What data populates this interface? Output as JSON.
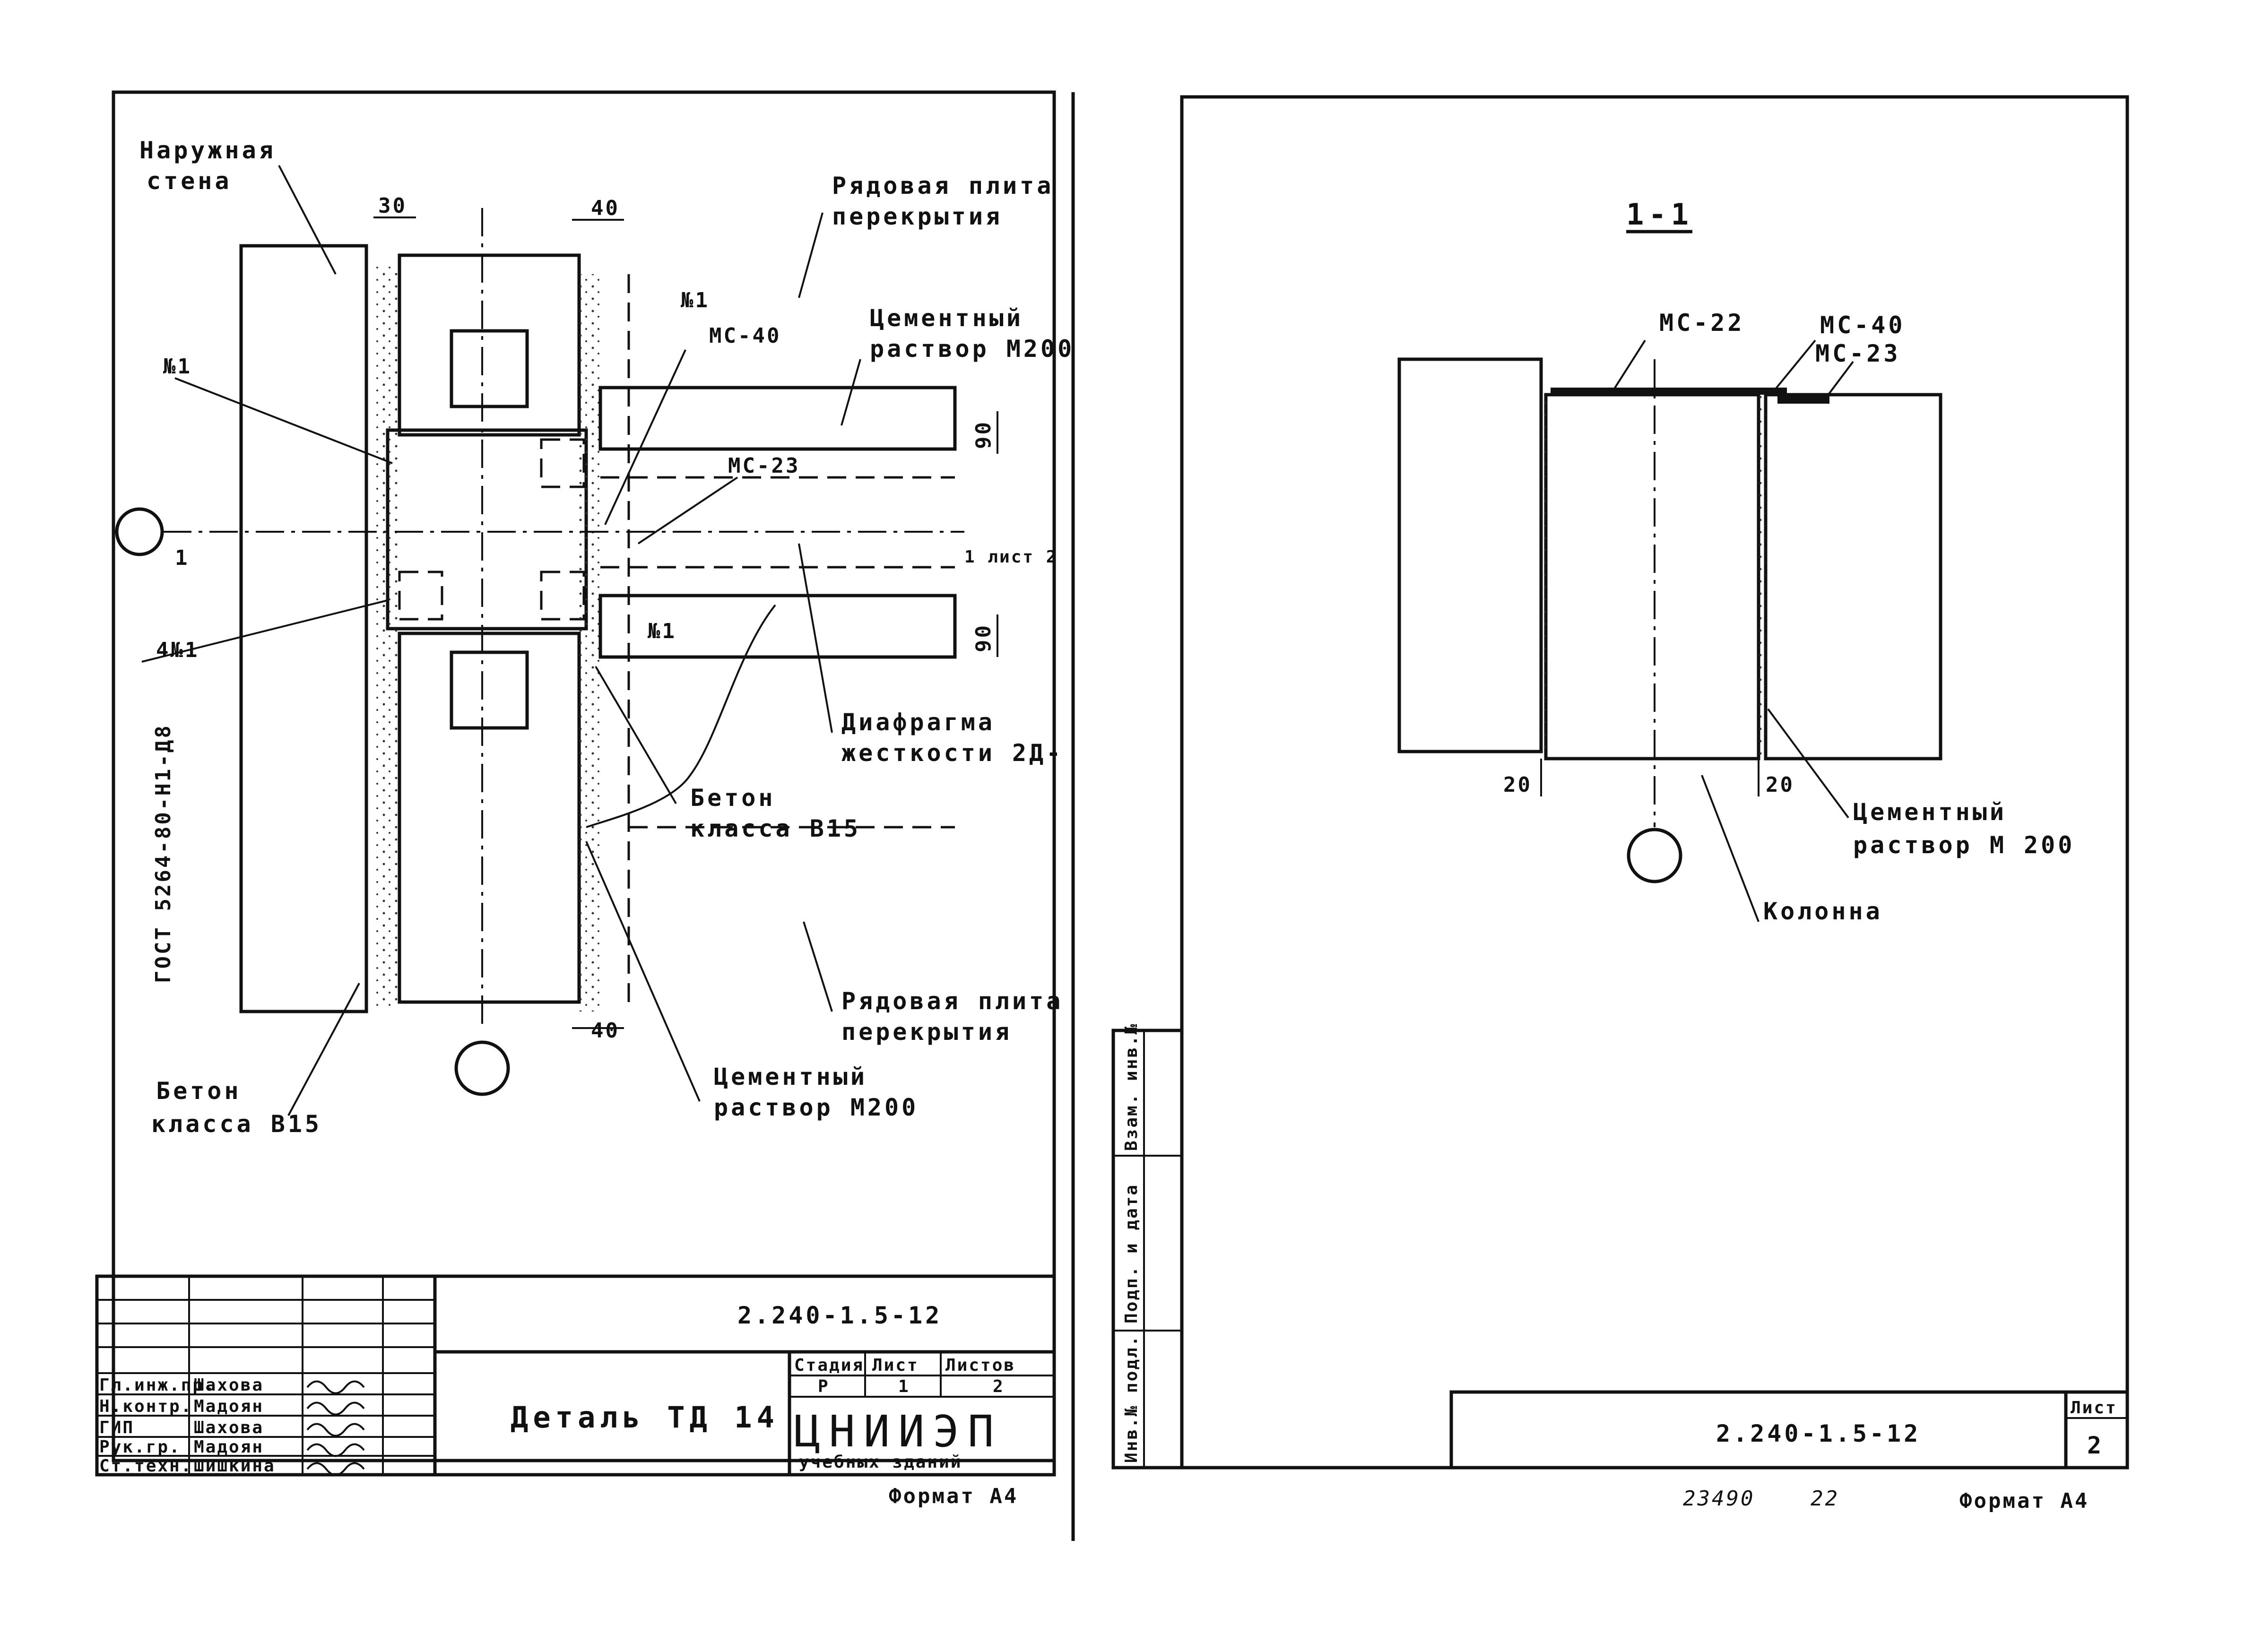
{
  "left_sheet": {
    "labels": {
      "outer_wall_1": "Наружная",
      "outer_wall_2": "стена",
      "slab_top_1": "Рядовая плита",
      "slab_top_2": "перекрытия",
      "mortar_top_1": "Цементный",
      "mortar_top_2": "раствор М200",
      "n1_a": "№1",
      "n1_b": "№1",
      "n1_c": "№1",
      "n1_d": "4№1",
      "mc40": "МС-40",
      "mc23": "МС-23",
      "diaphragm_1": "Диафрагма",
      "diaphragm_2": "жесткости 2Д-",
      "concrete_1": "Бетон",
      "concrete_2": "класса В15",
      "slab_bot_1": "Рядовая плита",
      "slab_bot_2": "перекрытия",
      "mortar_bot_1": "Цементный",
      "mortar_bot_2": "раствор М200",
      "concrete_bot_1": "Бетон",
      "concrete_bot_2": "класса В15",
      "gost": "ГОСТ 5264-80-Н1-Д8",
      "section_mark": "1",
      "section_ref": "1 лист 2"
    },
    "dims": {
      "d30": "30",
      "d40_top": "40",
      "d40_bot": "40",
      "d90_a": "90",
      "d90_b": "90"
    },
    "title_block": {
      "doc_code": "2.240-1.5-12",
      "title": "Деталь ТД 14",
      "head_stage": "Стадия",
      "head_sheet": "Лист",
      "head_sheets": "Листов",
      "stage": "Р",
      "sheet": "1",
      "sheets": "2",
      "org_logo": "ЦНИИЭП",
      "org_sub": "учебных зданий",
      "roles": [
        "Гл.инж.пр.",
        "Н.контр.",
        "ГИП",
        "Рук.гр.",
        "Ст.техн."
      ],
      "names": [
        "Шахова",
        "Мадоян",
        "Шахова",
        "Мадоян",
        "Шишкина"
      ],
      "format": "Формат А4"
    }
  },
  "right_sheet": {
    "section_title": "1-1",
    "labels": {
      "mc22": "МС-22",
      "mc40": "МС-40",
      "mc23": "МС-23",
      "mortar_1": "Цементный",
      "mortar_2": "раствор М 200",
      "column": "Колонна"
    },
    "dims": {
      "d20_a": "20",
      "d20_b": "20"
    },
    "side_stamp": [
      "Инв.№ подл.",
      "Подп. и дата",
      "Взам. инв.№"
    ],
    "doc_code": "2.240-1.5-12",
    "sheet_head": "Лист",
    "sheet": "2",
    "archive_no": "23490",
    "archive_no2": "22",
    "format": "Формат А4"
  }
}
